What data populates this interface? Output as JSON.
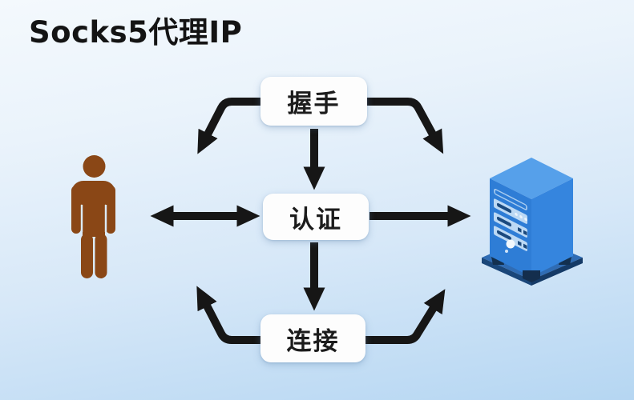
{
  "title": "Socks5代理IP",
  "diagram": {
    "steps": [
      {
        "id": "handshake",
        "label": "握手"
      },
      {
        "id": "auth",
        "label": "认证"
      },
      {
        "id": "connect",
        "label": "连接"
      }
    ],
    "actors": [
      {
        "id": "user",
        "icon": "person-icon",
        "color": "#8a4716"
      },
      {
        "id": "proxy-server",
        "icon": "server-icon",
        "color": "#2e7dd6"
      }
    ],
    "arrows": [
      {
        "from": "handshake",
        "to": "user",
        "style": "curved-down-left"
      },
      {
        "from": "handshake",
        "to": "proxy-server",
        "style": "curved-down-right"
      },
      {
        "from": "handshake",
        "to": "auth",
        "style": "straight-down"
      },
      {
        "from": "auth",
        "to": "user",
        "style": "double-headed-horizontal"
      },
      {
        "from": "auth",
        "to": "proxy-server",
        "style": "straight-right"
      },
      {
        "from": "auth",
        "to": "connect",
        "style": "straight-down"
      },
      {
        "from": "connect",
        "to": "user",
        "style": "curved-up-left"
      },
      {
        "from": "connect",
        "to": "proxy-server",
        "style": "curved-up-right"
      }
    ],
    "colors": {
      "arrow": "#161616",
      "box_background": "#fdfdfd",
      "box_text": "#1c1c1c",
      "background_top": "#f2f8fd",
      "background_bottom": "#b5d6f2",
      "person": "#8a4716",
      "server_front": "#2e7dd6",
      "server_side": "#3585de",
      "server_top": "#56a0ea",
      "server_panel": "#bcd9f4",
      "server_slot": "#1b4a7e",
      "server_base": "#2f6cb4"
    }
  }
}
